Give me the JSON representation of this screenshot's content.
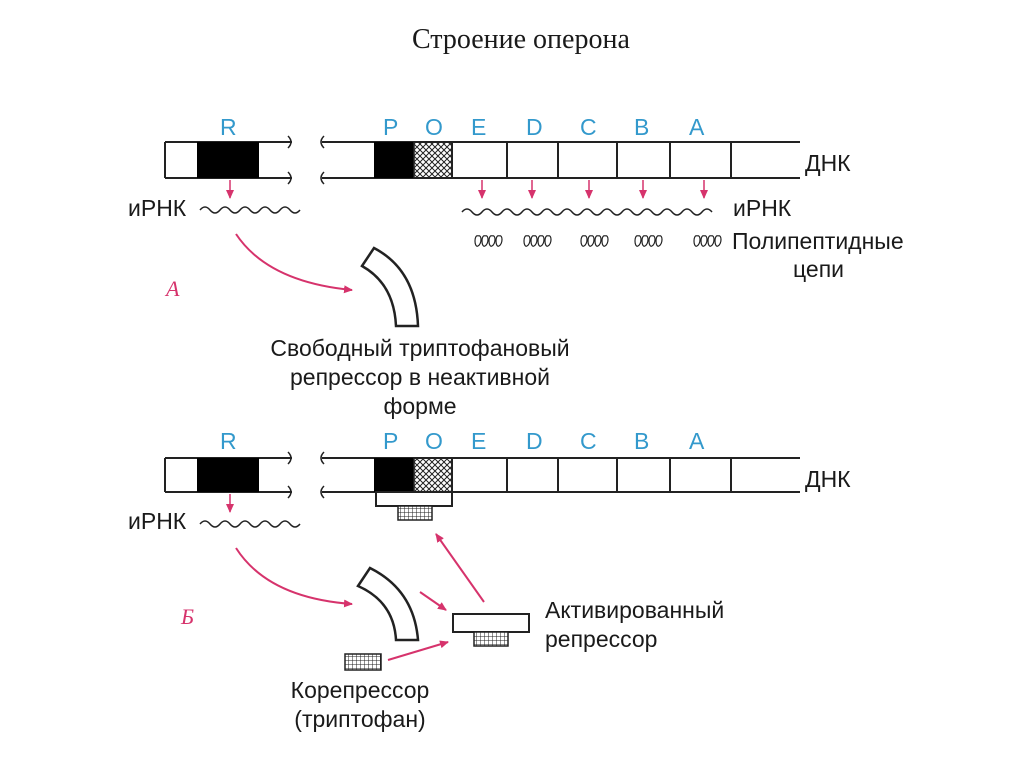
{
  "title": "Строение оперона",
  "colors": {
    "gene_label": "#3399cc",
    "arrow": "#d6336c",
    "panel_label": "#d6336c",
    "text": "#1a1a1a"
  },
  "gene_labels": [
    "R",
    "P",
    "O",
    "E",
    "D",
    "C",
    "B",
    "A"
  ],
  "dna_label": "ДНК",
  "mrna_label": "иРНК",
  "panel_a": {
    "letter": "А",
    "polypeptide_label_1": "Полипептидные",
    "polypeptide_label_2": "цепи",
    "repressor_caption_1": "Свободный триптофановый",
    "repressor_caption_2": "репрессор в неактивной",
    "repressor_caption_3": "форме"
  },
  "panel_b": {
    "letter": "Б",
    "active_repressor_1": "Активированный",
    "active_repressor_2": "репрессор",
    "corepressor_1": "Корепрессор",
    "corepressor_2": "(триптофан)"
  }
}
